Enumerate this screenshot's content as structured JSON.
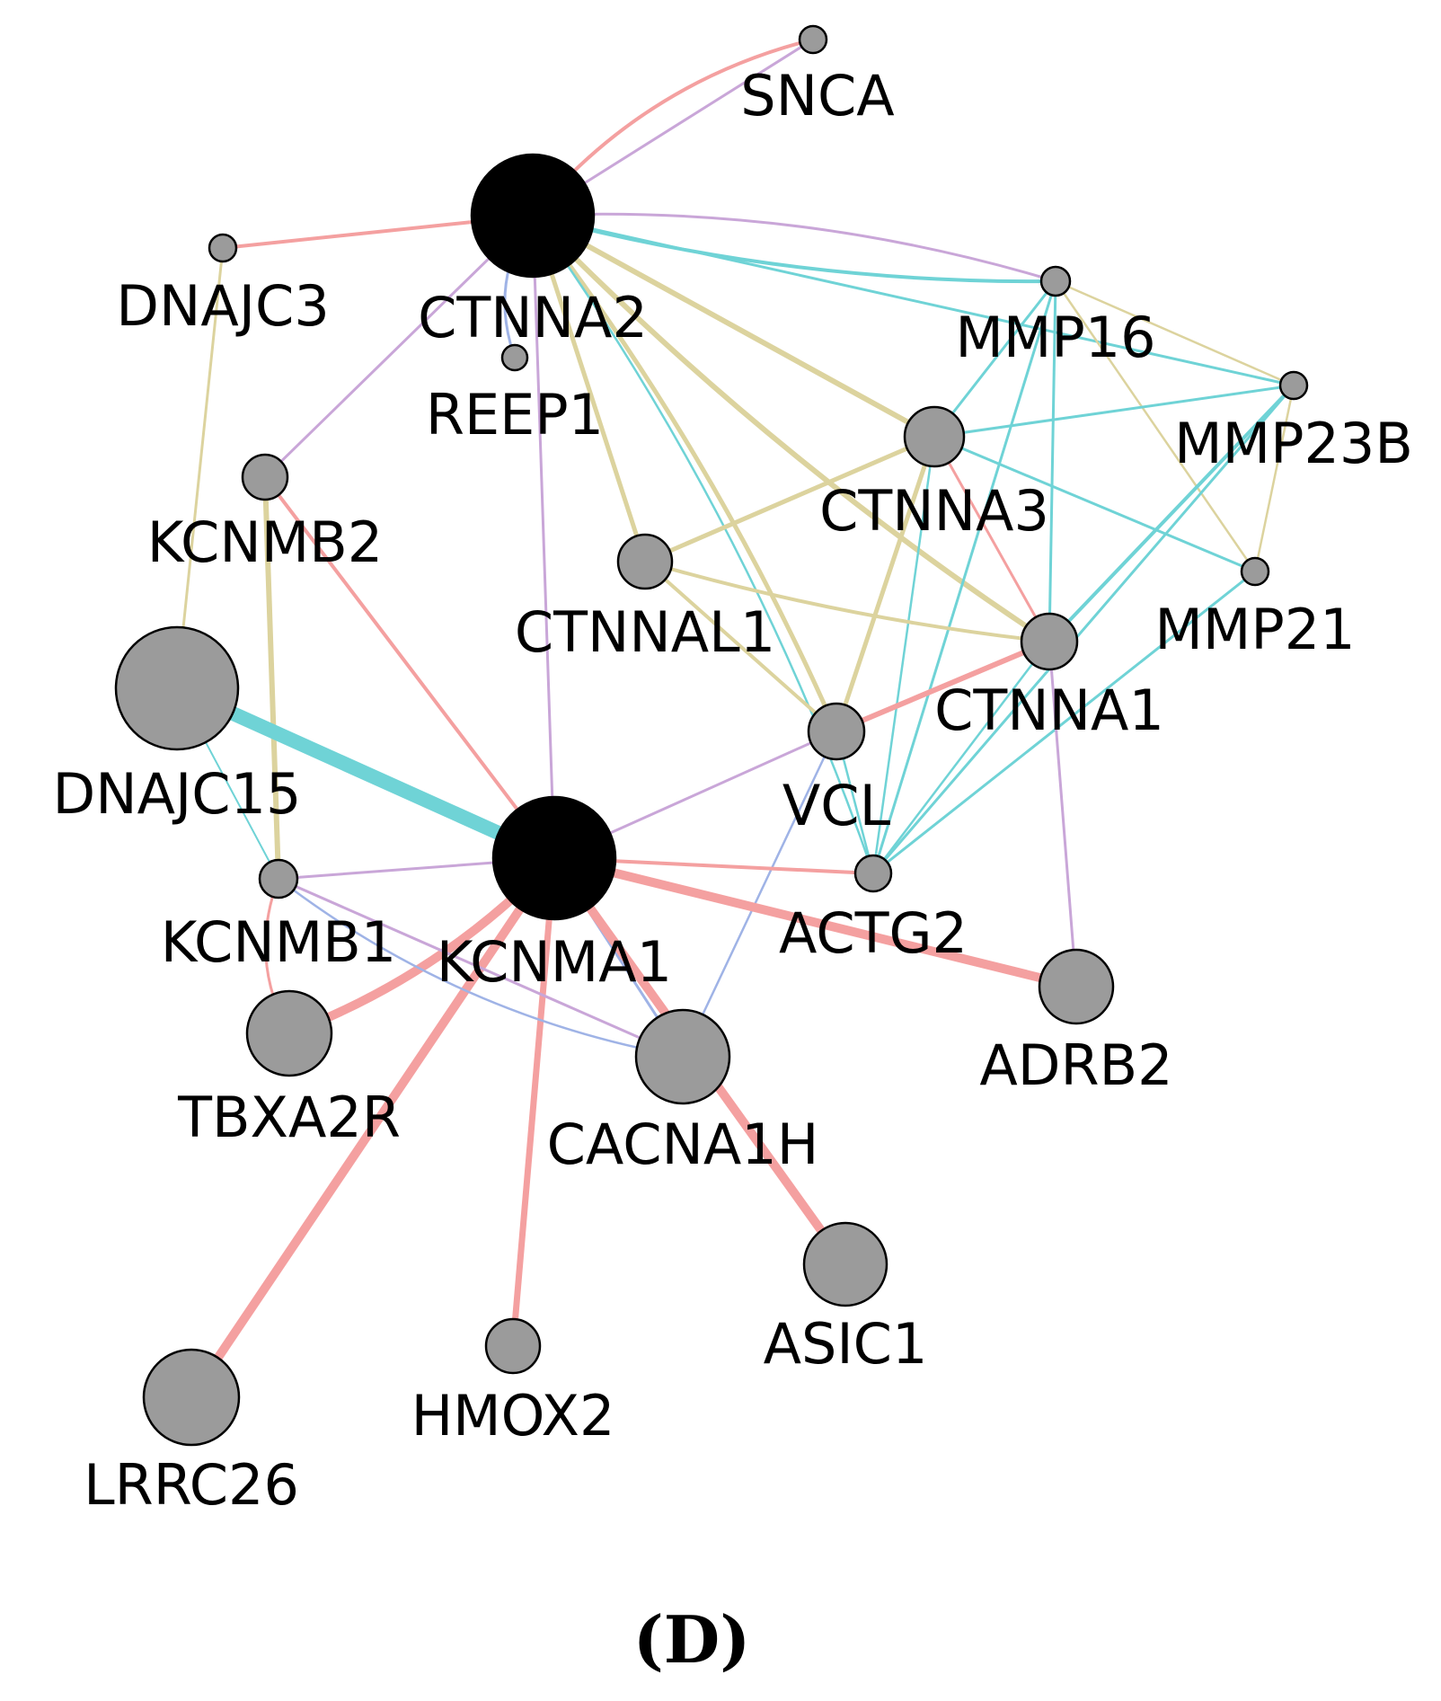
{
  "panel_label": "(D)",
  "edge_colors": {
    "physical": "#f4a0a0",
    "pathway": "#dcd39e",
    "coexpression": "#c9a6d8",
    "shared_domain": "#6fd3d6",
    "colocalization": "#9fb3e6"
  },
  "node_colors": {
    "query": "#000000",
    "related": "#9b9b9b"
  },
  "nodes": [
    {
      "id": "SNCA",
      "label": "SNCA",
      "type": "related"
    },
    {
      "id": "CTNNA2",
      "label": "CTNNA2",
      "type": "query"
    },
    {
      "id": "DNAJC3",
      "label": "DNAJC3",
      "type": "related"
    },
    {
      "id": "REEP1",
      "label": "REEP1",
      "type": "related"
    },
    {
      "id": "MMP16",
      "label": "MMP16",
      "type": "related"
    },
    {
      "id": "MMP23B",
      "label": "MMP23B",
      "type": "related"
    },
    {
      "id": "KCNMB2",
      "label": "KCNMB2",
      "type": "related"
    },
    {
      "id": "CTNNA3",
      "label": "CTNNA3",
      "type": "related"
    },
    {
      "id": "CTNNAL1",
      "label": "CTNNAL1",
      "type": "related"
    },
    {
      "id": "MMP21",
      "label": "MMP21",
      "type": "related"
    },
    {
      "id": "CTNNA1",
      "label": "CTNNA1",
      "type": "related"
    },
    {
      "id": "DNAJC15",
      "label": "DNAJC15",
      "type": "related"
    },
    {
      "id": "VCL",
      "label": "VCL",
      "type": "related"
    },
    {
      "id": "KCNMA1",
      "label": "KCNMA1",
      "type": "query"
    },
    {
      "id": "KCNMB1",
      "label": "KCNMB1",
      "type": "related"
    },
    {
      "id": "ACTG2",
      "label": "ACTG2",
      "type": "related"
    },
    {
      "id": "ADRB2",
      "label": "ADRB2",
      "type": "related"
    },
    {
      "id": "TBXA2R",
      "label": "TBXA2R",
      "type": "related"
    },
    {
      "id": "CACNA1H",
      "label": "CACNA1H",
      "type": "related"
    },
    {
      "id": "ASIC1",
      "label": "ASIC1",
      "type": "related"
    },
    {
      "id": "HMOX2",
      "label": "HMOX2",
      "type": "related"
    },
    {
      "id": "LRRC26",
      "label": "LRRC26",
      "type": "related"
    }
  ],
  "edges": [
    {
      "source": "CTNNA2",
      "target": "SNCA",
      "kind": "coexpression"
    },
    {
      "source": "CTNNA2",
      "target": "SNCA",
      "kind": "physical"
    },
    {
      "source": "CTNNA2",
      "target": "DNAJC3",
      "kind": "physical"
    },
    {
      "source": "CTNNA2",
      "target": "REEP1",
      "kind": "colocalization"
    },
    {
      "source": "CTNNA2",
      "target": "KCNMB2",
      "kind": "coexpression"
    },
    {
      "source": "CTNNA2",
      "target": "MMP16",
      "kind": "coexpression"
    },
    {
      "source": "CTNNA2",
      "target": "MMP16",
      "kind": "shared_domain"
    },
    {
      "source": "CTNNA2",
      "target": "MMP23B",
      "kind": "shared_domain"
    },
    {
      "source": "CTNNA2",
      "target": "CTNNA3",
      "kind": "pathway"
    },
    {
      "source": "CTNNA2",
      "target": "CTNNA1",
      "kind": "pathway"
    },
    {
      "source": "CTNNA2",
      "target": "CTNNAL1",
      "kind": "pathway"
    },
    {
      "source": "CTNNA2",
      "target": "VCL",
      "kind": "pathway"
    },
    {
      "source": "CTNNA2",
      "target": "ACTG2",
      "kind": "shared_domain"
    },
    {
      "source": "CTNNA2",
      "target": "KCNMA1",
      "kind": "coexpression"
    },
    {
      "source": "DNAJC3",
      "target": "DNAJC15",
      "kind": "pathway"
    },
    {
      "source": "MMP16",
      "target": "MMP23B",
      "kind": "pathway"
    },
    {
      "source": "MMP16",
      "target": "MMP21",
      "kind": "pathway"
    },
    {
      "source": "MMP16",
      "target": "CTNNA3",
      "kind": "shared_domain"
    },
    {
      "source": "MMP16",
      "target": "CTNNA1",
      "kind": "shared_domain"
    },
    {
      "source": "MMP16",
      "target": "ACTG2",
      "kind": "shared_domain"
    },
    {
      "source": "MMP23B",
      "target": "MMP21",
      "kind": "pathway"
    },
    {
      "source": "MMP23B",
      "target": "CTNNA3",
      "kind": "shared_domain"
    },
    {
      "source": "MMP23B",
      "target": "CTNNA1",
      "kind": "shared_domain"
    },
    {
      "source": "MMP23B",
      "target": "ACTG2",
      "kind": "shared_domain"
    },
    {
      "source": "MMP21",
      "target": "CTNNA3",
      "kind": "shared_domain"
    },
    {
      "source": "MMP21",
      "target": "ACTG2",
      "kind": "shared_domain"
    },
    {
      "source": "CTNNA3",
      "target": "CTNNA1",
      "kind": "physical"
    },
    {
      "source": "CTNNA3",
      "target": "VCL",
      "kind": "pathway"
    },
    {
      "source": "CTNNA3",
      "target": "CTNNAL1",
      "kind": "pathway"
    },
    {
      "source": "CTNNA3",
      "target": "ACTG2",
      "kind": "shared_domain"
    },
    {
      "source": "CTNNAL1",
      "target": "CTNNA1",
      "kind": "pathway"
    },
    {
      "source": "CTNNAL1",
      "target": "VCL",
      "kind": "pathway"
    },
    {
      "source": "CTNNA1",
      "target": "VCL",
      "kind": "physical"
    },
    {
      "source": "CTNNA1",
      "target": "ACTG2",
      "kind": "shared_domain"
    },
    {
      "source": "CTNNA1",
      "target": "ADRB2",
      "kind": "coexpression"
    },
    {
      "source": "VCL",
      "target": "ACTG2",
      "kind": "shared_domain"
    },
    {
      "source": "VCL",
      "target": "KCNMA1",
      "kind": "coexpression"
    },
    {
      "source": "VCL",
      "target": "CACNA1H",
      "kind": "colocalization"
    },
    {
      "source": "KCNMB2",
      "target": "KCNMB1",
      "kind": "pathway"
    },
    {
      "source": "KCNMB2",
      "target": "KCNMA1",
      "kind": "physical"
    },
    {
      "source": "DNAJC15",
      "target": "KCNMA1",
      "kind": "shared_domain"
    },
    {
      "source": "DNAJC15",
      "target": "KCNMB1",
      "kind": "shared_domain"
    },
    {
      "source": "KCNMA1",
      "target": "KCNMB1",
      "kind": "coexpression"
    },
    {
      "source": "KCNMA1",
      "target": "ACTG2",
      "kind": "physical"
    },
    {
      "source": "KCNMA1",
      "target": "ADRB2",
      "kind": "physical"
    },
    {
      "source": "KCNMA1",
      "target": "TBXA2R",
      "kind": "physical"
    },
    {
      "source": "KCNMA1",
      "target": "CACNA1H",
      "kind": "colocalization"
    },
    {
      "source": "KCNMA1",
      "target": "ASIC1",
      "kind": "physical"
    },
    {
      "source": "KCNMA1",
      "target": "HMOX2",
      "kind": "physical"
    },
    {
      "source": "KCNMA1",
      "target": "LRRC26",
      "kind": "physical"
    },
    {
      "source": "KCNMB1",
      "target": "TBXA2R",
      "kind": "physical"
    },
    {
      "source": "KCNMB1",
      "target": "CACNA1H",
      "kind": "coexpression"
    },
    {
      "source": "KCNMB1",
      "target": "CACNA1H",
      "kind": "colocalization"
    }
  ]
}
